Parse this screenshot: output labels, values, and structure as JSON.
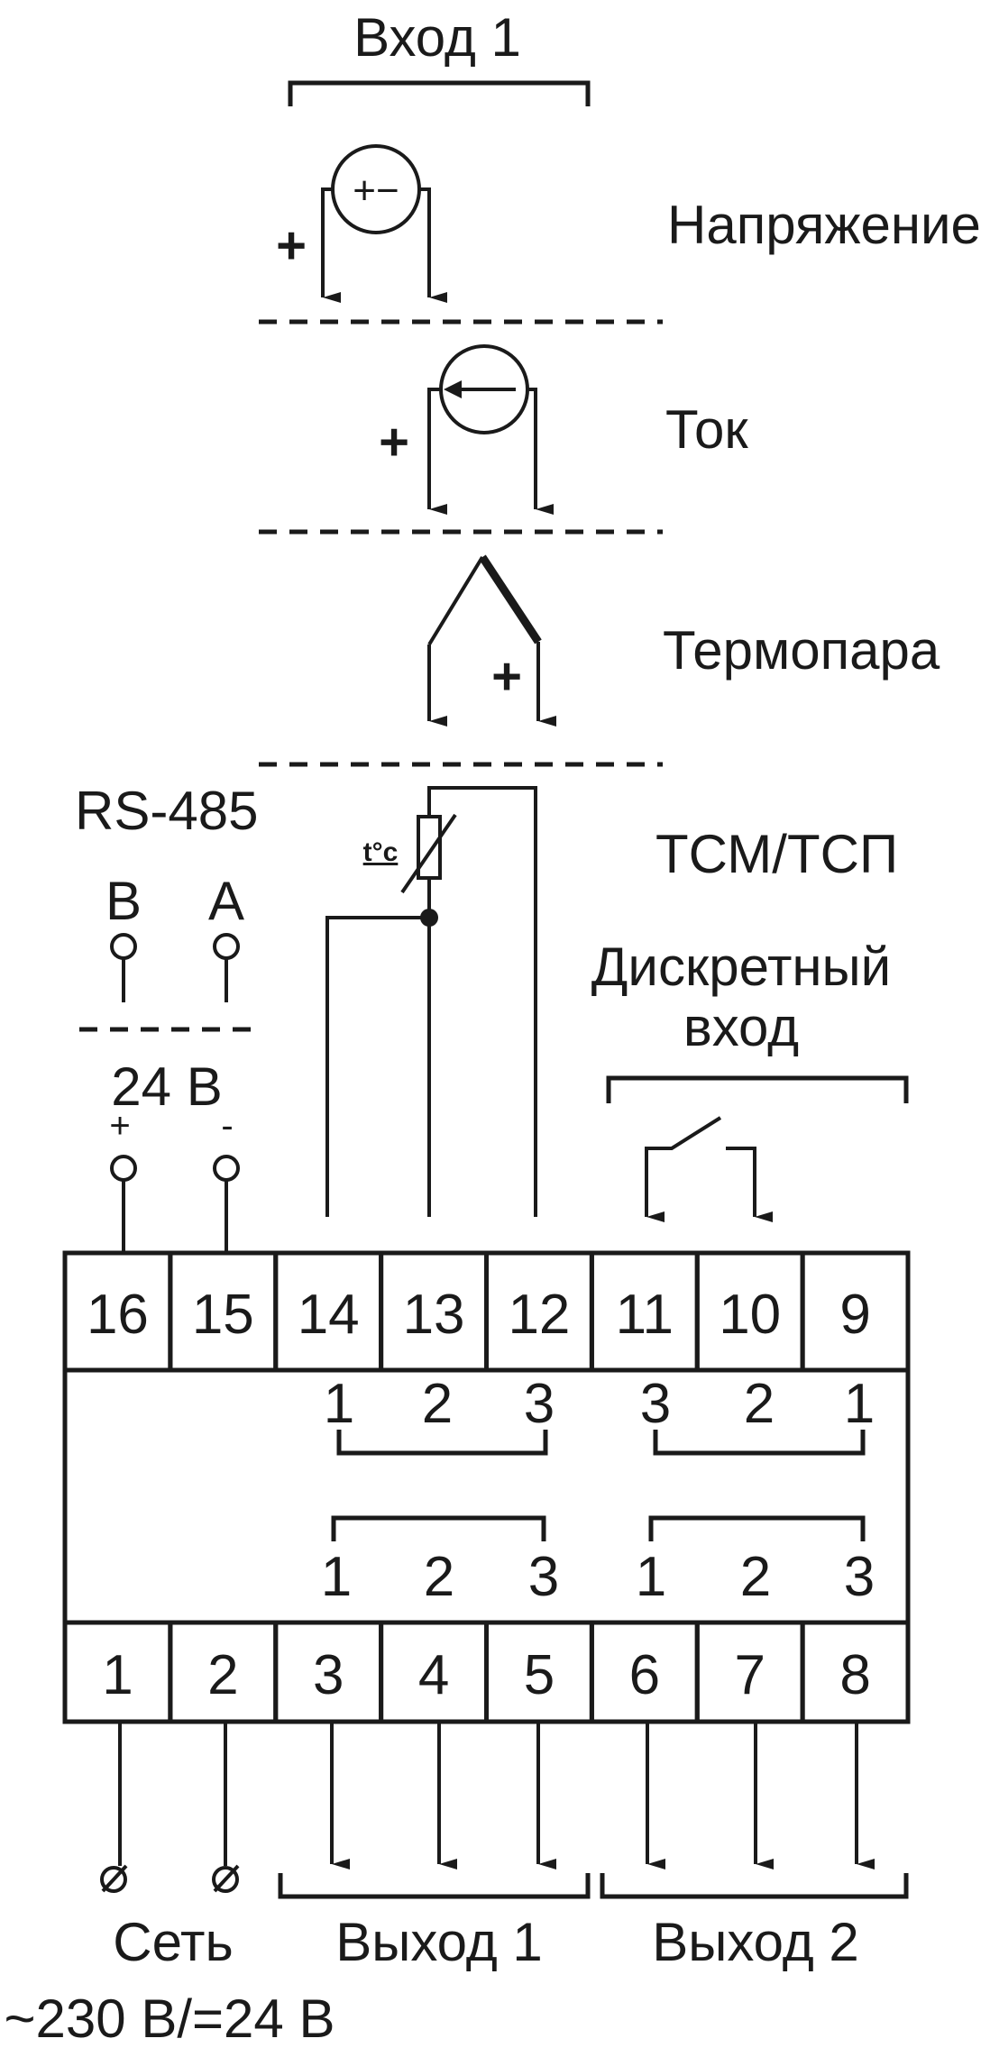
{
  "labels": {
    "input1": "Вход 1",
    "voltage": "Напряжение",
    "current": "Ток",
    "thermocouple": "Термопара",
    "rtd": "ТСМ/ТСП",
    "rs485": "RS-485",
    "rs485_b": "B",
    "rs485_a": "A",
    "power24": "24 В",
    "power24_plus": "+",
    "power24_minus": "-",
    "discrete_line1": "Дискретный",
    "discrete_line2": "вход",
    "network": "Сеть",
    "network_spec": "~230 В/=24 В",
    "output1": "Выход 1",
    "output2": "Выход 2",
    "tc_label": "t°c",
    "polarity_plus": "+",
    "voltmeter_symbol": "+−"
  },
  "terminals_top": [
    "16",
    "15",
    "14",
    "13",
    "12",
    "11",
    "10",
    "9"
  ],
  "terminals_bottom": [
    "1",
    "2",
    "3",
    "4",
    "5",
    "6",
    "7",
    "8"
  ],
  "input_index": [
    "1",
    "2",
    "3"
  ],
  "discrete_index": [
    "3",
    "2",
    "1"
  ],
  "output1_index": [
    "1",
    "2",
    "3"
  ],
  "output2_index": [
    "1",
    "2",
    "3"
  ]
}
